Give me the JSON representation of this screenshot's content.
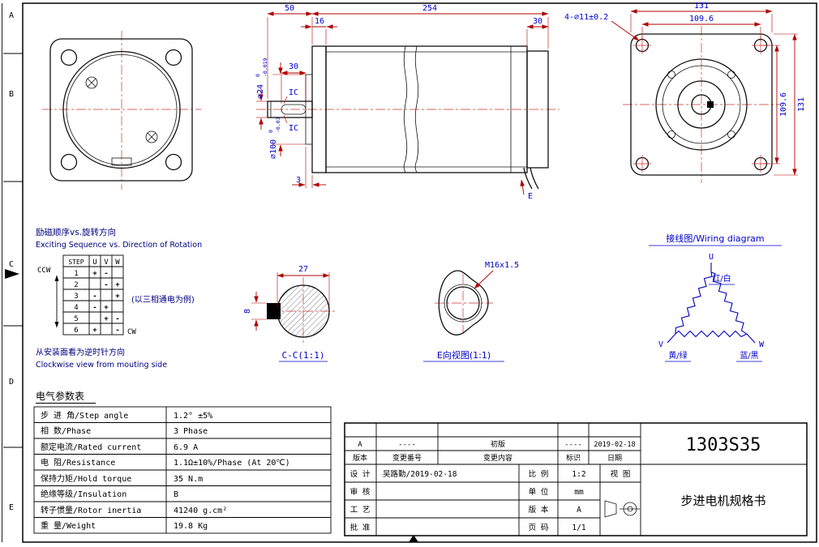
{
  "page": {
    "zones": [
      "A",
      "B",
      "C",
      "D",
      "E"
    ]
  },
  "side_view": {
    "dim_50": "50",
    "dim_254": "254",
    "dim_16": "16",
    "dim_30_top": "30",
    "dia_24": "∅24",
    "dia_24_tol_upper": "0",
    "dia_24_tol_lower": "-0.019",
    "dim_30_key": "30",
    "ic_top": "IC",
    "ic_bottom": "IC",
    "dia_100": "∅100",
    "dia_100_tol_upper": "0",
    "dia_100_tol_lower": "-0.03",
    "dim_3": "3",
    "label_e": "E"
  },
  "rear_view": {
    "dim_131_top": "131",
    "dim_109_6_top": "109.6",
    "holes_note": "4-∅11±0.2",
    "dim_109_6_right": "109.6",
    "dim_131_right": "131"
  },
  "excitation": {
    "title_cn": "励磁顺序vs.旋转方向",
    "title_en": "Exciting Sequence vs. Direction of Rotation",
    "ccw_label": "CCW",
    "cw_label": "CW",
    "side_note": "(以三相通电为例)",
    "table": {
      "headers": [
        "STEP",
        "U",
        "V",
        "W"
      ],
      "rows": [
        [
          "1",
          "+",
          "-",
          ""
        ],
        [
          "2",
          "",
          "-",
          "+"
        ],
        [
          "3",
          "-",
          "",
          "+"
        ],
        [
          "4",
          "-",
          "+",
          ""
        ],
        [
          "5",
          "",
          "+",
          "-"
        ],
        [
          "6",
          "+",
          "",
          "-"
        ]
      ]
    },
    "footer_cn": "从安装面看为逆时针方向",
    "footer_en": "Clockwise view from mouting side"
  },
  "section_cc": {
    "dim_27": "27",
    "dim_8": "8",
    "label": "C-C(1:1)"
  },
  "view_e": {
    "thread_label": "M16x1.5",
    "label": "E向视图(1:1)"
  },
  "wiring": {
    "title": "接线图/Wiring diagram",
    "u_label": "U",
    "u_color": "红/白",
    "v_label": "V",
    "v_color": "黄/绿",
    "w_label": "W",
    "w_color": "蓝/黑"
  },
  "electrical": {
    "title": "电气参数表",
    "rows": [
      {
        "name": "步 进 角/Step angle",
        "value": "1.2° ±5%"
      },
      {
        "name": "相    数/Phase",
        "value": "3  Phase"
      },
      {
        "name": "额定电流/Rated current",
        "value": "6.9  A"
      },
      {
        "name": "电    阻/Resistance",
        "value": "1.1Ω±10%/Phase  (At 20℃)"
      },
      {
        "name": "保持力矩/Hold torque",
        "value": "35 N.m"
      },
      {
        "name": "绝缘等级/Insulation",
        "value": "B"
      },
      {
        "name": "转子惯量/Rotor inertia",
        "value": "41240 g.cm²"
      },
      {
        "name": "重    量/Weight",
        "value": "19.8 Kg"
      }
    ]
  },
  "title_block": {
    "part_number": "1303S35",
    "doc_title": "步进电机规格书",
    "revision": {
      "row": [
        "A",
        "----",
        "初版",
        "----",
        "2019-02-18"
      ],
      "headers": [
        "版本",
        "变更番号",
        "变更内容",
        "标识",
        "日期"
      ]
    },
    "fields": {
      "design_label": "设 计",
      "design_value": "吴路勤/2019-02-18",
      "check_label": "审 核",
      "process_label": "工 艺",
      "approve_label": "批 准",
      "scale_label": "比 例",
      "scale_value": "1:2",
      "unit_label": "单 位",
      "unit_value": "mm",
      "version_label": "版 本",
      "version_value": "A",
      "page_label": "页 码",
      "page_value": "1/1",
      "view_label": "视 图"
    }
  }
}
